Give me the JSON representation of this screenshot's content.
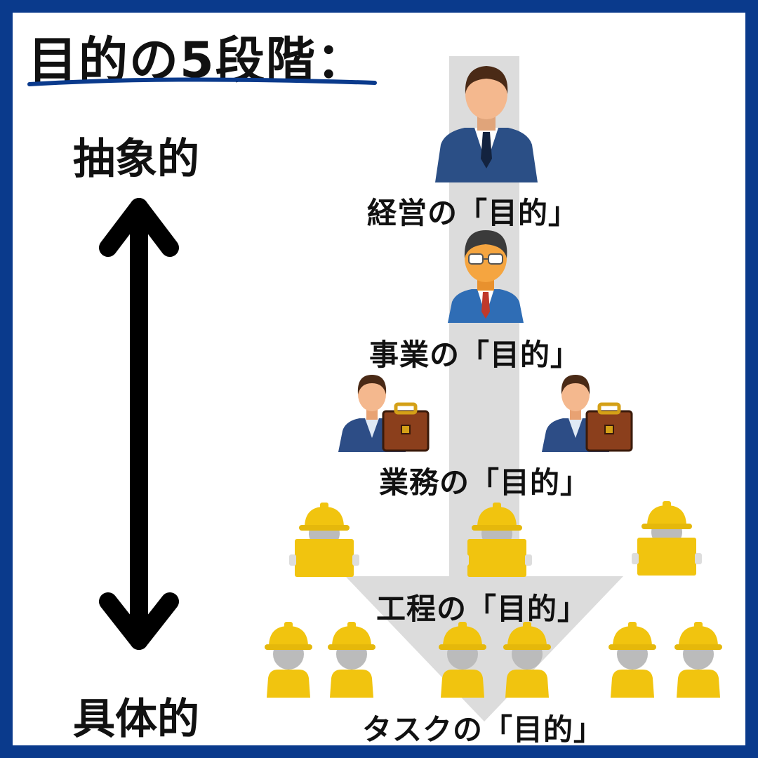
{
  "title": "目的の5段階：",
  "axis": {
    "top_label": "抽象的",
    "bottom_label": "具体的"
  },
  "levels": [
    {
      "label": "経営の「目的」"
    },
    {
      "label": "事業の「目的」"
    },
    {
      "label": "業務の「目的」"
    },
    {
      "label": "工程の「目的」"
    },
    {
      "label": "タスクの「目的」"
    }
  ],
  "icons": {
    "executive": "executive-person-icon",
    "manager": "manager-with-glasses-icon",
    "business_worker": "businessman-with-briefcase-icon",
    "construction_worker": "hard-hat-worker-icon"
  },
  "colors": {
    "border": "#0a3a8c",
    "background": "#ffffff",
    "flow_arrow": "#dcdcdc",
    "underline": "#0a3a8c",
    "hard_hat": "#f1c40f",
    "text": "#111111"
  }
}
